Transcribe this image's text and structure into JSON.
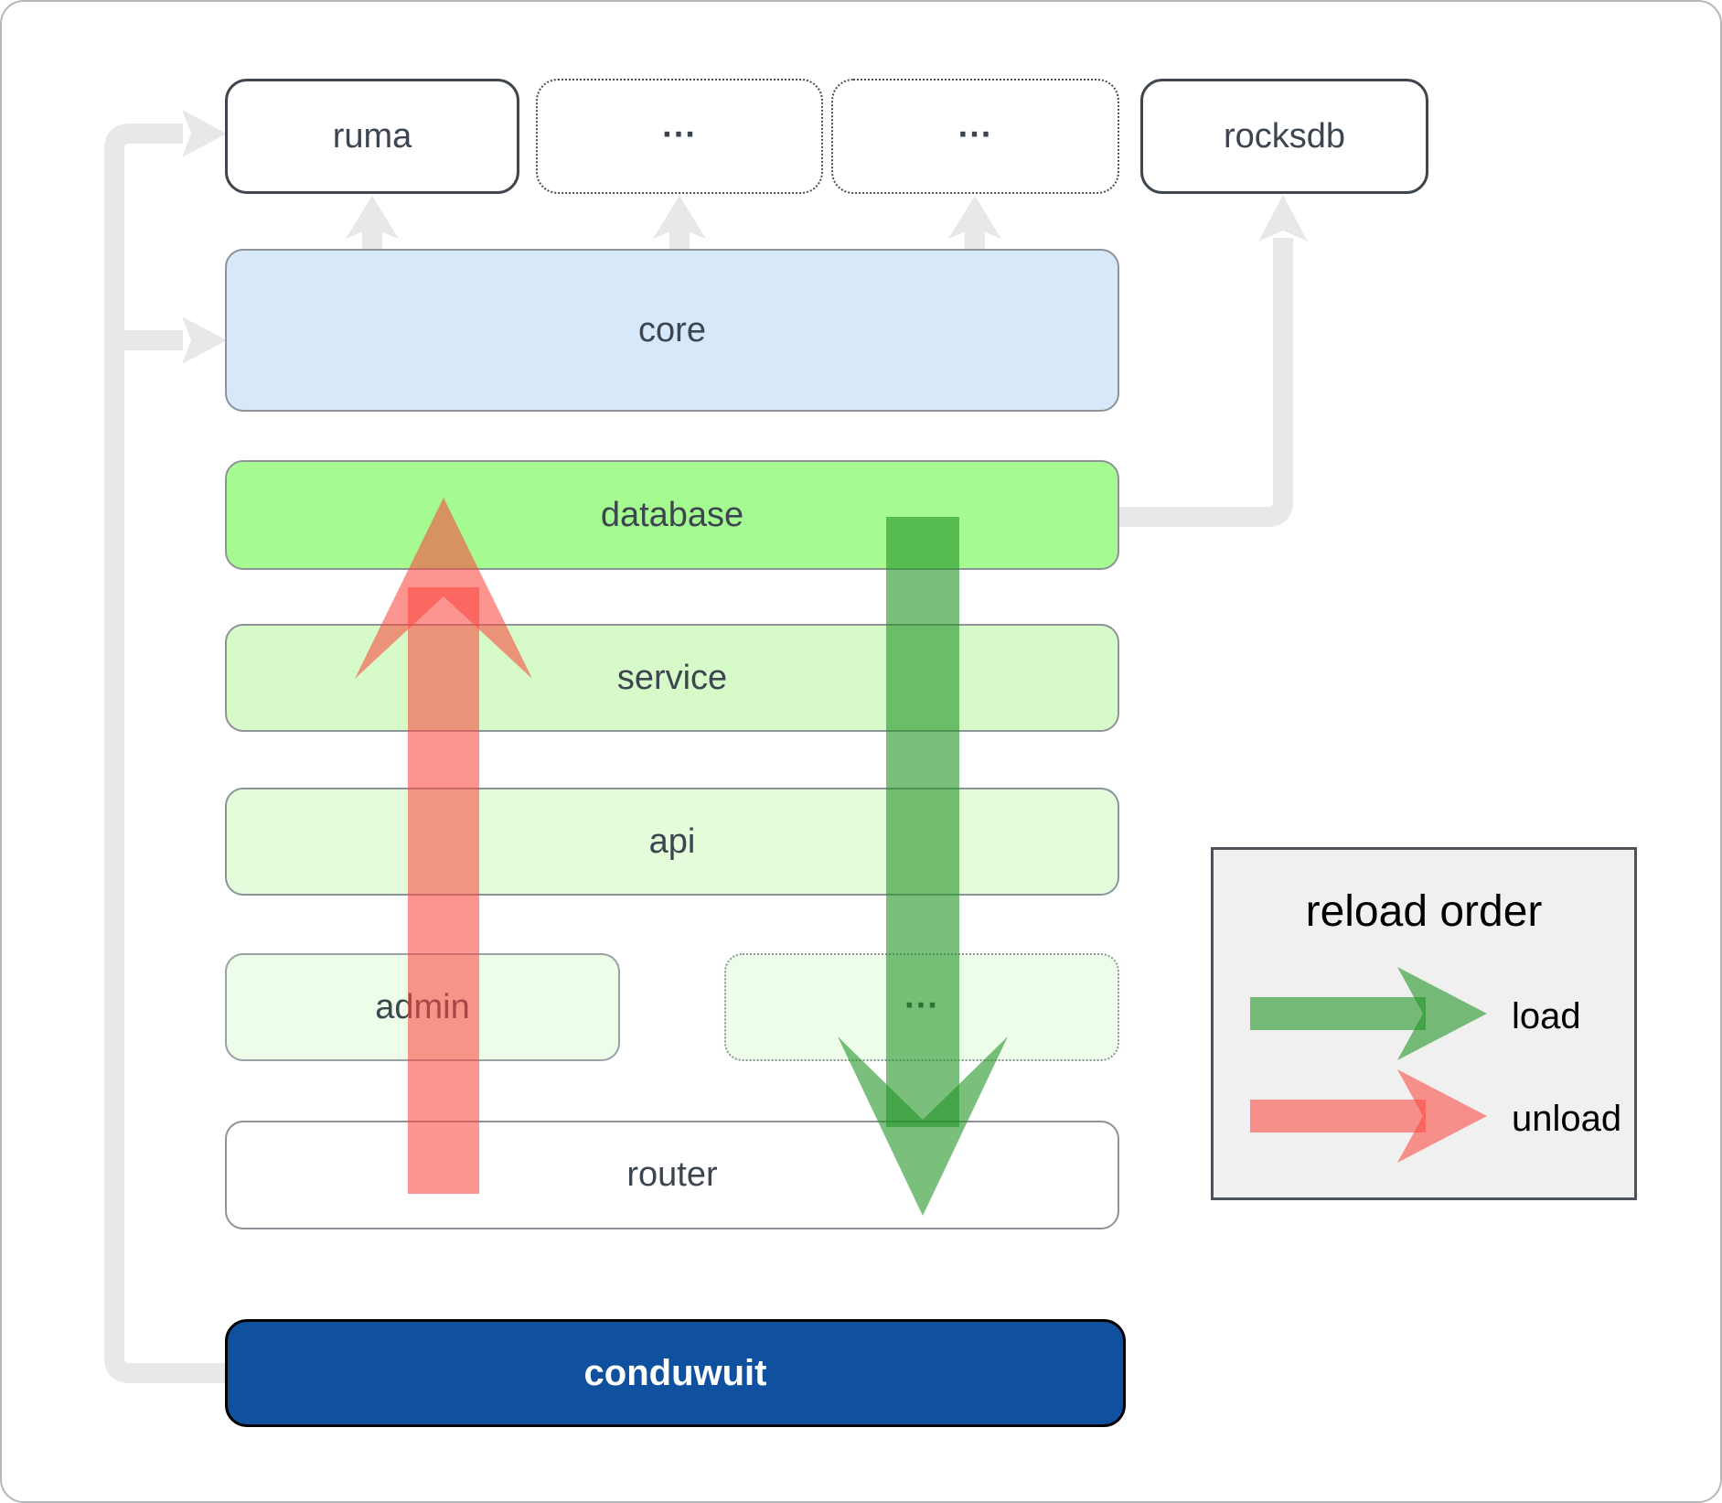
{
  "colors": {
    "peach_fill": "#fce6d4",
    "core_fill": "#d6e8fa",
    "database_fill": "#a5fa90",
    "service_fill": "#d6fbc9",
    "api_fill": "#e5fcdb",
    "admin_fill": "#eefdea",
    "router_fill": "#ffffff",
    "conduwuit_fill": "#0f519f",
    "conduwuit_text": "#ffffff",
    "legend_bg": "#f0f0f0",
    "connector": "#e8e8e8",
    "load_green": "rgba(35,148,38,0.60)",
    "unload_red": "rgba(249,72,63,0.58)"
  },
  "top_row": [
    {
      "label": "ruma"
    },
    {
      "label": "..."
    },
    {
      "label": "..."
    },
    {
      "label": "rocksdb"
    }
  ],
  "layers": {
    "core": "core",
    "database": "database",
    "service": "service",
    "api": "api",
    "admin": "admin",
    "admin_etc": "...",
    "router": "router",
    "conduwuit": "conduwuit"
  },
  "legend": {
    "title": "reload order",
    "load_label": "load",
    "unload_label": "unload"
  }
}
